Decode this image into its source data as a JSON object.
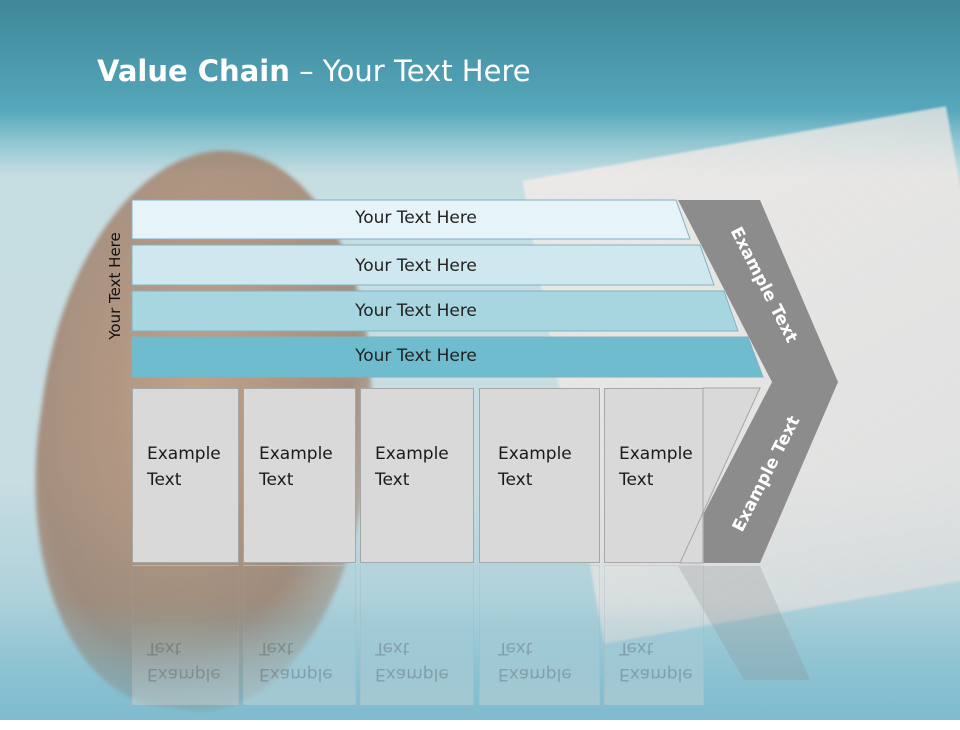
{
  "slide": {
    "title_bold": "Value Chain",
    "title_rest": " – Your Text Here",
    "vertical_label": "Your Text Here",
    "rows": [
      {
        "label": "Your Text Here",
        "fill": "#e6f3f8"
      },
      {
        "label": "Your Text Here",
        "fill": "#cfe8ef"
      },
      {
        "label": "Your Text Here",
        "fill": "#a7d6e0"
      },
      {
        "label": "Your Text Here",
        "fill": "#6fbccf"
      }
    ],
    "cells": [
      {
        "label": "Example\nText"
      },
      {
        "label": "Example\nText"
      },
      {
        "label": "Example\nText"
      },
      {
        "label": "Example\nText"
      },
      {
        "label": "Example\nText"
      }
    ],
    "chevron_top_text": "Example Text",
    "chevron_bottom_text": "Example Text",
    "chevron_color": "#8c8c8c"
  }
}
